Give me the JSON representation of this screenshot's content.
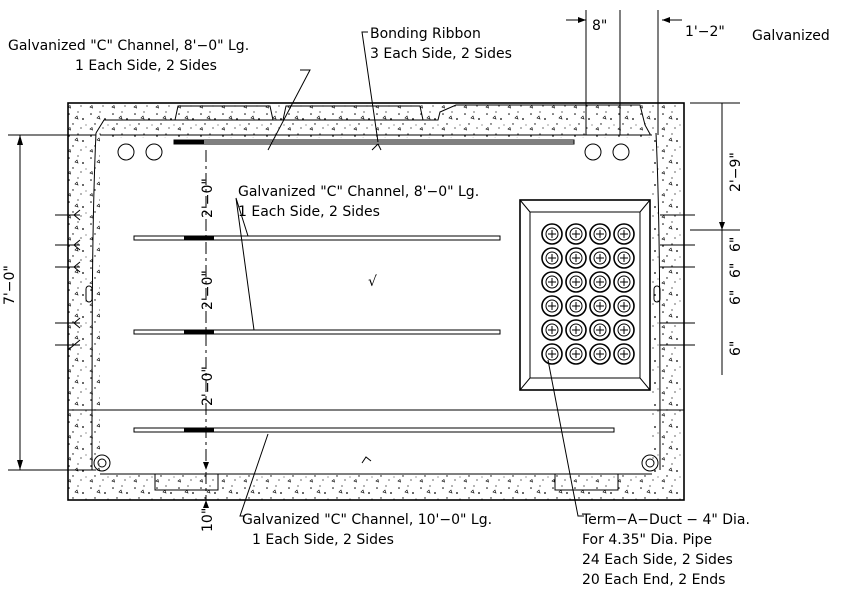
{
  "labels": {
    "channel_top_l1": "Galvanized \"C\" Channel, 8'−0\" Lg.",
    "channel_top_l2": "1 Each Side, 2 Sides",
    "bonding_l1": "Bonding Ribbon",
    "bonding_l2": "3 Each Side, 2 Sides",
    "galvanized_tr": "Galvanized",
    "channel_mid_l1": "Galvanized \"C\" Channel, 8'−0\" Lg.",
    "channel_mid_l2": "1 Each Side, 2 Sides",
    "channel_bot_l1": "Galvanized \"C\" Channel, 10'−0\" Lg.",
    "channel_bot_l2": "1 Each Side, 2 Sides",
    "duct_l1": "Term−A−Duct − 4\" Dia.",
    "duct_l2": "For 4.35\" Dia. Pipe",
    "duct_l3": "24 Each Side, 2 Sides",
    "duct_l4": "20 Each End, 2 Ends"
  },
  "dimensions": {
    "top_8in": "8\"",
    "top_1ft2in": "1'−2\"",
    "right_2ft9in": "2'−9\"",
    "right_6in": [
      "6\"",
      "6\"",
      "6\"",
      "6\""
    ],
    "left_7ft": "7'−0\"",
    "center_2ft": [
      "2'−0\"",
      "2'−0\"",
      "2'−0\""
    ],
    "bottom_10in": "10\""
  },
  "symbols": {
    "check_mark": "√"
  },
  "duct_grid": {
    "rows": 6,
    "cols": 4
  }
}
